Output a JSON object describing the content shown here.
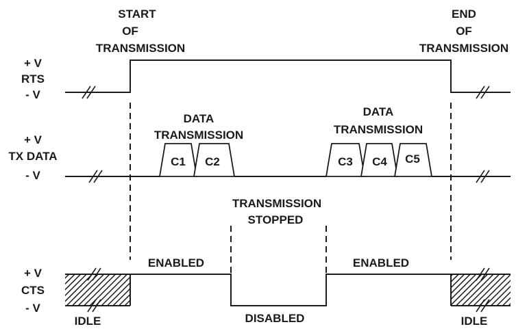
{
  "events": {
    "start": [
      "START",
      "OF",
      "TRANSMISSION"
    ],
    "end": [
      "END",
      "OF",
      "TRANSMISSION"
    ]
  },
  "signals": {
    "rts": {
      "plus": "+ V",
      "name": "RTS",
      "minus": "- V"
    },
    "tx": {
      "plus": "+ V",
      "name": "TX DATA",
      "minus": "- V"
    },
    "cts": {
      "plus": "+ V",
      "name": "CTS",
      "minus": "- V"
    }
  },
  "data_transmission": {
    "first": [
      "DATA",
      "TRANSMISSION"
    ],
    "second": [
      "DATA",
      "TRANSMISSION"
    ]
  },
  "characters": [
    "C1",
    "C2",
    "C3",
    "C4",
    "C5"
  ],
  "transmission_stopped": [
    "TRANSMISSION",
    "STOPPED"
  ],
  "states": {
    "enabled_left": "ENABLED",
    "enabled_right": "ENABLED",
    "disabled": "DISABLED",
    "idle_left": "IDLE",
    "idle_right": "IDLE"
  }
}
